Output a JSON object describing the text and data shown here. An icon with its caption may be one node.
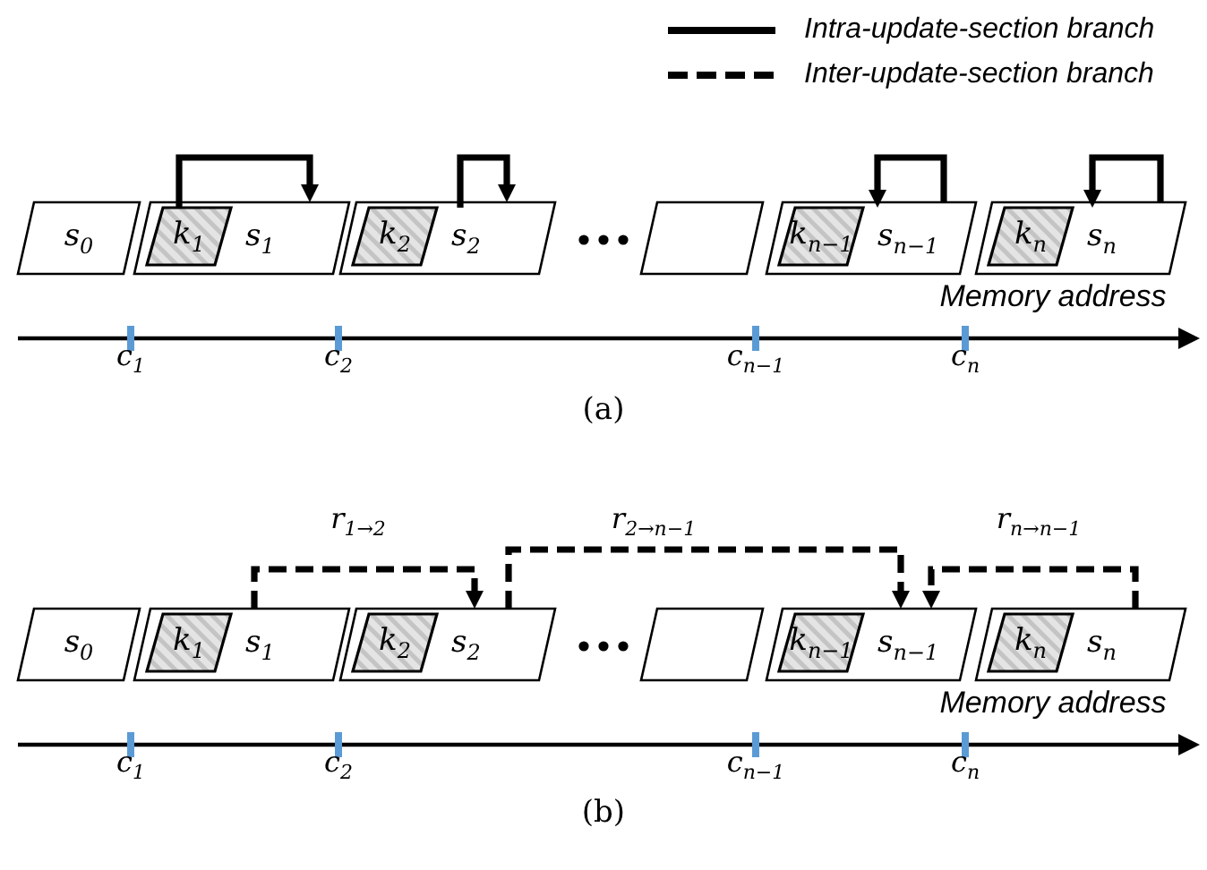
{
  "diagram": {
    "nodes": [
      {
        "text": [
          "s$_{0}$"
        ]
      },
      {
        "text": [
          "s$_{1}$"
        ]
      },
      {
        "text": [
          "k$_{1}$"
        ],
        "in": 1
      },
      {
        "text": [
          "s$_{2}$"
        ]
      },
      {
        "text": [
          "k$_{2}$"
        ],
        "in": 3
      },
      {
        "text": [],
        "shape": "box"
      },
      {
        "text": [
          "s$_{n−1}$"
        ]
      },
      {
        "text": [
          "k$_{n−1}$"
        ],
        "in": 6
      },
      {
        "text": [
          "s$_{n}$"
        ]
      },
      {
        "text": [
          "k$_{n}$"
        ],
        "in": 8
      },
      {
        "text": [
          "s$_{0}$"
        ]
      },
      {
        "text": [
          "s$_{1}$"
        ]
      },
      {
        "text": [
          "k$_{1}$"
        ],
        "in": 11
      },
      {
        "text": [
          "s$_{2}$"
        ]
      },
      {
        "text": [
          "k$_{2}$"
        ],
        "in": 13
      },
      {
        "text": [],
        "shape": "box"
      },
      {
        "text": [
          "s$_{n−1}$"
        ]
      },
      {
        "text": [
          "k$_{n−1}$"
        ],
        "in": 16
      },
      {
        "text": [
          "s$_{n}$"
        ]
      },
      {
        "text": [
          "k$_{n}$"
        ],
        "in": 18
      }
    ],
    "edges": [
      {
        "from": 2,
        "to": 1,
        "arrow": "to"
      },
      {
        "from": 4,
        "to": 3,
        "arrow": "to"
      },
      {
        "from": 6,
        "to": 7,
        "arrow": "to"
      },
      {
        "from": 8,
        "to": 9,
        "arrow": "to"
      },
      {
        "from": 11,
        "to": 13,
        "arrow": "to",
        "label": "r$_{1→2}$",
        "style": "dashed"
      },
      {
        "from": 13,
        "to": 16,
        "arrow": "to",
        "label": "r$_{2→n−1}$",
        "style": "dashed"
      },
      {
        "from": 18,
        "to": 16,
        "arrow": "to",
        "label": "r$_{n→n−1}$",
        "style": "dashed"
      }
    ],
    "labels": [
      "Memory address",
      "c$_{1}$",
      "c$_{2}$",
      "c$_{n−1}$",
      "c$_{n}$",
      "(a)",
      "Memory address",
      "c$_{1}$",
      "c$_{2}$",
      "c$_{n−1}$",
      "c$_{n}$",
      "(b)"
    ],
    "legend": [
      {
        "text": "Intra-update-section branch"
      },
      {
        "text": "Inter-update-section branch"
      }
    ]
  }
}
